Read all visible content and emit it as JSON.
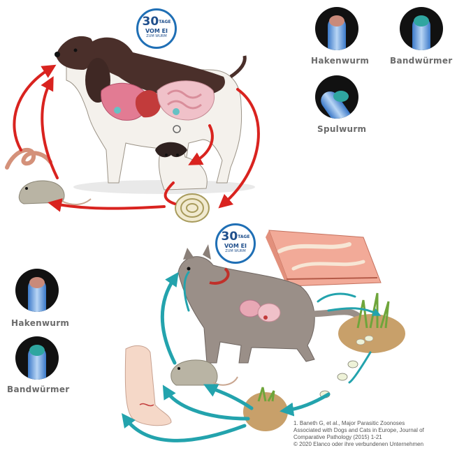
{
  "dog_cycle": {
    "badge": {
      "number": "30",
      "superscript": "TAGE",
      "line2": "VOM EI",
      "line3": "ZUM WURM"
    }
  },
  "cat_cycle": {
    "badge": {
      "number": "30",
      "superscript": "TAGE",
      "line2": "VOM EI",
      "line3": "ZUM WURM"
    }
  },
  "parasites_top": [
    {
      "label": "Hakenwurm",
      "icon": "hookworm-icon"
    },
    {
      "label": "Bandwürmer",
      "icon": "tapeworm-icon"
    },
    {
      "label": "Spulwurm",
      "icon": "roundworm-icon"
    }
  ],
  "parasites_bottom": [
    {
      "label": "Hakenwurm",
      "icon": "hookworm-icon"
    },
    {
      "label": "Bandwürmer",
      "icon": "tapeworm-icon"
    }
  ],
  "reference": {
    "line1": "1. Baneth G, et al., Major Parasitic Zoonoses",
    "line2": "Associated with Dogs and Cats in Europe, Journal of",
    "line3": "Comparative Pathology (2015) 1-21",
    "line4": "© 2020 Elanco oder ihre verbundenen Unternehmen"
  },
  "colors": {
    "dog_arrows": "#d9231f",
    "cat_arrows": "#23a3ad",
    "badge_blue": "#1f6fb5"
  }
}
